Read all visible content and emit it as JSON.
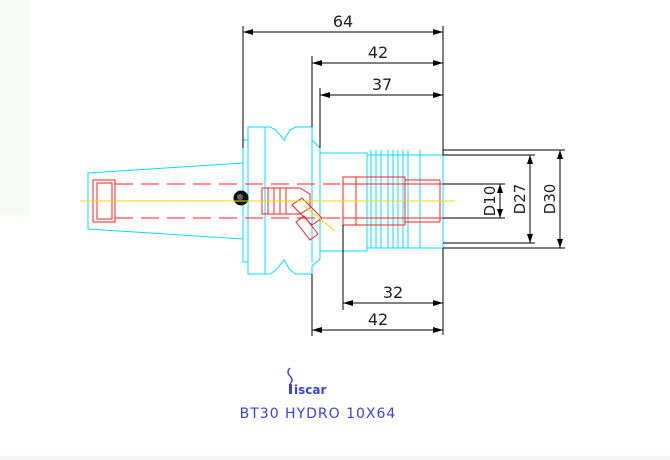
{
  "drawing": {
    "dimensions": {
      "overall_length": "64",
      "length_42_top": "42",
      "length_37": "37",
      "length_32": "32",
      "length_42_bottom": "42",
      "diameter_d10": "D10",
      "diameter_d27": "D27",
      "diameter_d30": "D30"
    },
    "caption": "BT30 HYDRO 10X64",
    "logo": {
      "brand_text": "iscar",
      "icon": "iscar-logo-icon"
    }
  },
  "colors": {
    "background": "#ffffff",
    "dimension_lines": "#000000",
    "tool_outline": "#00e0ff",
    "hidden_lines": "#ff2020",
    "centerline": "#ffd600",
    "text": "#222222",
    "caption": "#3a44d8",
    "left_panel": "#f6fbf8",
    "bottom_panel": "#f3f6f3"
  }
}
